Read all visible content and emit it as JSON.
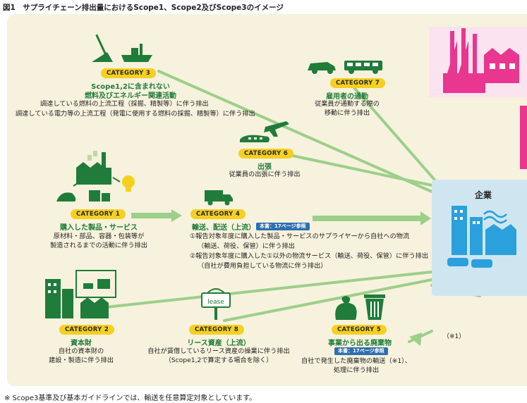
{
  "figure_title": "図1　サプライチェーン排出量におけるScope1、Scope2及びScope3のイメージ",
  "footnote": "※ Scope3基準及び基本ガイドラインでは、輸送を任意算定対象としています。",
  "company": {
    "label": "企業"
  },
  "ref_badge": "本書：17ページ参照",
  "note_marker": "（※1）",
  "categories": [
    {
      "id": 3,
      "pill": "CATEGORY 3",
      "title": [
        "Scope1,2に含まれない",
        "燃料及びエネルギー関連活動"
      ],
      "lines": [
        "調達している燃料の上流工程（採掘、精製等）に伴う排出",
        "調達している電力等の上流工程（発電に使用する燃料の採掘、精製等）に伴う排出"
      ]
    },
    {
      "id": 7,
      "pill": "CATEGORY 7",
      "title": [
        "雇用者の通勤"
      ],
      "lines": [
        "従業員が通勤する際の",
        "移動に伴う排出"
      ]
    },
    {
      "id": 6,
      "pill": "CATEGORY 6",
      "title": [
        "出張"
      ],
      "lines": [
        "従業員の出張に伴う排出"
      ]
    },
    {
      "id": 1,
      "pill": "CATEGORY 1",
      "title": [
        "購入した製品・サービス"
      ],
      "lines": [
        "原材料・部品、容器・包装等が",
        "製造されるまでの活動に伴う排出"
      ]
    },
    {
      "id": 4,
      "pill": "CATEGORY 4",
      "title": [
        "輸送、配送（上流）"
      ],
      "lines": [
        "①報告対象年度に購入した製品・サービスのサプライヤーから自社への物流",
        "（輸送、荷役、保管）に伴う排出",
        "②報告対象年度に購入した①以外の物流サービス（輸送、荷役、保管）に伴う排出",
        "（自社が費用負担している物流に伴う排出）"
      ]
    },
    {
      "id": 2,
      "pill": "CATEGORY 2",
      "title": [
        "資本財"
      ],
      "lines": [
        "自社の資本財の",
        "建設・製造に伴う排出"
      ]
    },
    {
      "id": 8,
      "pill": "CATEGORY 8",
      "title": [
        "リース資産（上流）"
      ],
      "lines": [
        "自社が賃借しているリース資産の操業に伴う排出",
        "（Scope1,2で算定する場合を除く）"
      ]
    },
    {
      "id": 5,
      "pill": "CATEGORY 5",
      "title": [
        "事業から出る廃棄物"
      ],
      "lines": [
        "自社で発生した廃棄物の輸送（※1）、",
        "処理に伴う排出"
      ]
    }
  ],
  "icons": {
    "cat3": "shovel-coal-and-tanker-ship-icon",
    "cat7": "car-and-bus-icon",
    "cat6": "airplane-and-bullet-train-icon",
    "cat1": "factory-and-supplies-icon",
    "cat4": "delivery-truck-icon",
    "cat2": "office-buildings-and-factory-icon",
    "cat8": "lease-sign-icon",
    "cat5": "garbage-bag-and-bin-icon",
    "company": "company-buildings-and-cars-icon",
    "top_right": "pink-factory-smokestacks-icon"
  },
  "colors": {
    "panel": "#f7f2dd",
    "arrow_green": "#9ccf8a",
    "pill_yellow": "#f5d020",
    "title_green": "#1f7c3a",
    "company_blue": "#cfe6f1",
    "badge_blue": "#2f6fb0",
    "factory_pink": "#e9368f"
  }
}
